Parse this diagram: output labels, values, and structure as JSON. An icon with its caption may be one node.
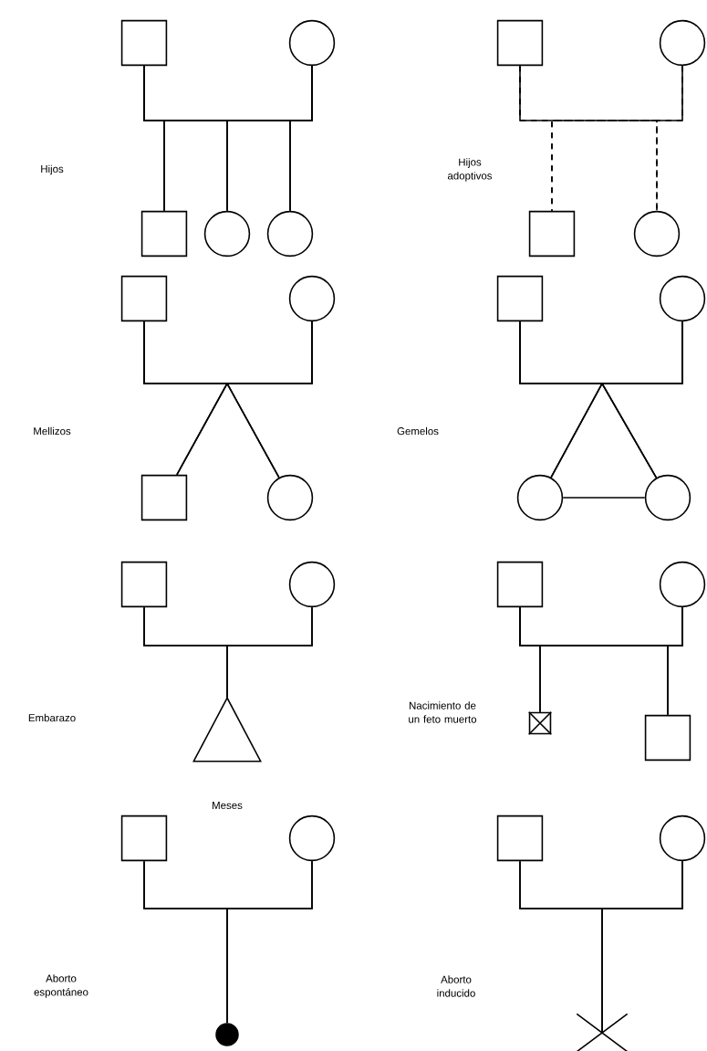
{
  "diagram": {
    "nodes": [
      {
        "text": [],
        "shape": "box"
      },
      {
        "text": [],
        "shape": "circle"
      },
      {
        "text": [],
        "shape": "box"
      },
      {
        "text": [],
        "shape": "circle"
      },
      {
        "text": [],
        "shape": "circle"
      },
      {
        "text": [],
        "shape": "box"
      },
      {
        "text": [],
        "shape": "circle"
      },
      {
        "text": [],
        "shape": "box"
      },
      {
        "text": [],
        "shape": "circle"
      },
      {
        "text": [],
        "shape": "box"
      },
      {
        "text": [],
        "shape": "circle"
      },
      {
        "text": [],
        "shape": "box"
      },
      {
        "text": [],
        "shape": "circle"
      },
      {
        "text": [],
        "shape": "box"
      },
      {
        "text": [],
        "shape": "circle"
      },
      {
        "text": [],
        "shape": "circle"
      },
      {
        "text": [],
        "shape": "circle"
      },
      {
        "text": [],
        "shape": "box"
      },
      {
        "text": [],
        "shape": "circle"
      },
      {
        "text": [],
        "shape": "triangle",
        "beside": [
          "Meses"
        ]
      },
      {
        "text": [],
        "shape": "box"
      },
      {
        "text": [],
        "shape": "circle"
      },
      {
        "text": [],
        "shape": "crossbox"
      },
      {
        "text": [],
        "shape": "box"
      },
      {
        "text": [],
        "shape": "box"
      },
      {
        "text": [],
        "shape": "circle"
      },
      {
        "text": [],
        "shape": "dot"
      },
      {
        "text": [],
        "shape": "box"
      },
      {
        "text": [],
        "shape": "circle"
      },
      {
        "text": [],
        "shape": "cross"
      }
    ],
    "edges": [
      {
        "from": 0,
        "to": 1,
        "arrow": "none"
      },
      {
        "from": 0,
        "to": 2,
        "arrow": "none"
      },
      {
        "from": 1,
        "to": 2,
        "arrow": "none"
      },
      {
        "from": 0,
        "to": 3,
        "arrow": "none"
      },
      {
        "from": 1,
        "to": 3,
        "arrow": "none"
      },
      {
        "from": 0,
        "to": 4,
        "arrow": "none"
      },
      {
        "from": 1,
        "to": 4,
        "arrow": "none"
      },
      {
        "from": 5,
        "to": 6,
        "arrow": "none"
      },
      {
        "from": 5,
        "to": 7,
        "arrow": "none",
        "style": "dashed"
      },
      {
        "from": 6,
        "to": 7,
        "arrow": "none",
        "style": "dashed"
      },
      {
        "from": 5,
        "to": 8,
        "arrow": "none",
        "style": "dashed"
      },
      {
        "from": 6,
        "to": 8,
        "arrow": "none",
        "style": "dashed"
      },
      {
        "from": 9,
        "to": 10,
        "arrow": "none"
      },
      {
        "from": 9,
        "to": 11,
        "arrow": "none"
      },
      {
        "from": 10,
        "to": 11,
        "arrow": "none"
      },
      {
        "from": 9,
        "to": 12,
        "arrow": "none"
      },
      {
        "from": 10,
        "to": 12,
        "arrow": "none"
      },
      {
        "from": 13,
        "to": 14,
        "arrow": "none"
      },
      {
        "from": 13,
        "to": 15,
        "arrow": "none"
      },
      {
        "from": 14,
        "to": 15,
        "arrow": "none"
      },
      {
        "from": 13,
        "to": 16,
        "arrow": "none"
      },
      {
        "from": 14,
        "to": 16,
        "arrow": "none"
      },
      {
        "from": 15,
        "to": 16,
        "arrow": "none"
      },
      {
        "from": 17,
        "to": 18,
        "arrow": "none"
      },
      {
        "from": 17,
        "to": 19,
        "arrow": "none"
      },
      {
        "from": 18,
        "to": 19,
        "arrow": "none"
      },
      {
        "from": 20,
        "to": 21,
        "arrow": "none"
      },
      {
        "from": 20,
        "to": 22,
        "arrow": "none"
      },
      {
        "from": 21,
        "to": 22,
        "arrow": "none"
      },
      {
        "from": 20,
        "to": 23,
        "arrow": "none"
      },
      {
        "from": 21,
        "to": 23,
        "arrow": "none"
      },
      {
        "from": 24,
        "to": 25,
        "arrow": "none"
      },
      {
        "from": 24,
        "to": 26,
        "arrow": "none"
      },
      {
        "from": 25,
        "to": 26,
        "arrow": "none"
      },
      {
        "from": 27,
        "to": 28,
        "arrow": "none"
      },
      {
        "from": 27,
        "to": 29,
        "arrow": "none"
      },
      {
        "from": 28,
        "to": 29,
        "arrow": "none"
      }
    ],
    "labels": [
      "Hijos",
      "Hijos adoptivos",
      "Mellizos",
      "Gemelos",
      "Embarazo",
      "Nacimiento de un feto muerto",
      "Aborto espontáneo",
      "Aborto inducido"
    ]
  }
}
